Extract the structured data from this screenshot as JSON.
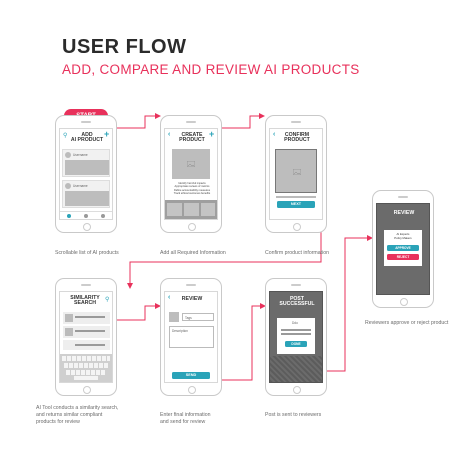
{
  "header": {
    "title": "USER FLOW",
    "subtitle": "ADD, COMPARE AND REVIEW AI PRODUCTS"
  },
  "start_label": "START",
  "screens": {
    "add": {
      "title": "ADD\nAI PRODUCT",
      "user1": "Username",
      "user2": "Username",
      "caption": "Scrollable list of AI products"
    },
    "create": {
      "title": "CREATE\nPRODUCT",
      "text": "Identify harmful impacts\nAppropriate reviews of metrics\nDefine accountability measures\nTrack ethical outcomes benefits",
      "caption": "Add all Required Information"
    },
    "confirm": {
      "title": "CONFIRM\nPRODUCT",
      "button": "NEXT",
      "caption": "Confirm product information"
    },
    "review_decision": {
      "title": "REVIEW",
      "text": "AI Experts\nPolicy Makers",
      "approve": "APPROVE",
      "reject": "REJECT",
      "caption": "Reviewers approve or reject product"
    },
    "similarity": {
      "title": "SIMILARITY\nSEARCH",
      "caption": "AI Tool conducts a similarity search,\nand returns similar compliant\nproducts for review"
    },
    "review_form": {
      "title": "REVIEW",
      "tags": "Tags",
      "description": "Description",
      "button": "SEND",
      "caption": "Enter final information\nand send for review"
    },
    "post": {
      "title": "POST\nSUCCESSFUL",
      "label": "Ddo",
      "button": "DONE",
      "caption": "Post is sent to reviewers"
    }
  },
  "colors": {
    "accent": "#e8315b",
    "teal": "#2aa3b8",
    "dark_screen": "#6b6b6b",
    "placeholder": "#bdbdbd"
  }
}
